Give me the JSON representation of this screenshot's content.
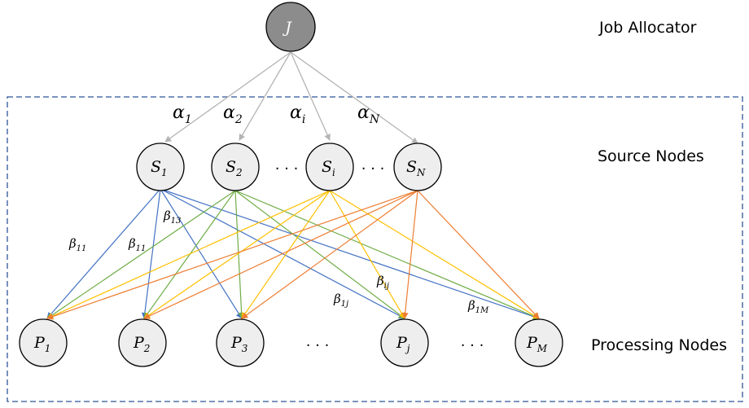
{
  "labels": {
    "job_allocator": "Job Allocator",
    "source_nodes": "Source Nodes",
    "processing_nodes": "Processing Nodes"
  },
  "job": {
    "name": "J"
  },
  "alpha_labels": [
    {
      "name": "α",
      "sub": "1"
    },
    {
      "name": "α",
      "sub": "2"
    },
    {
      "name": "α",
      "sub": "i"
    },
    {
      "name": "α",
      "sub": "N"
    }
  ],
  "sources": [
    {
      "name": "S",
      "sub": "1"
    },
    {
      "name": "S",
      "sub": "2"
    },
    {
      "name": "S",
      "sub": "i"
    },
    {
      "name": "S",
      "sub": "N"
    }
  ],
  "processors": [
    {
      "name": "P",
      "sub": "1"
    },
    {
      "name": "P",
      "sub": "2"
    },
    {
      "name": "P",
      "sub": "3"
    },
    {
      "name": "P",
      "sub": "j"
    },
    {
      "name": "P",
      "sub": "M"
    }
  ],
  "ellipsis": "· · ·",
  "beta_labels": [
    {
      "name": "β",
      "sub": "11"
    },
    {
      "name": "β",
      "sub": "11"
    },
    {
      "name": "β",
      "sub": "13"
    },
    {
      "name": "β",
      "sub": "1j"
    },
    {
      "name": "β",
      "sub": "ij"
    },
    {
      "name": "β",
      "sub": "1M"
    }
  ],
  "colors": {
    "job_fill": "#8c8c8c",
    "node_fill": "#eeeeee",
    "node_stroke": "#000000",
    "allocator_arrows": "#b4b4b4",
    "frame": "#2f5597",
    "s1_edges": "#4472c4",
    "s2_edges": "#70ad47",
    "si_edges": "#ffc000",
    "sN_edges": "#ed7d31"
  }
}
